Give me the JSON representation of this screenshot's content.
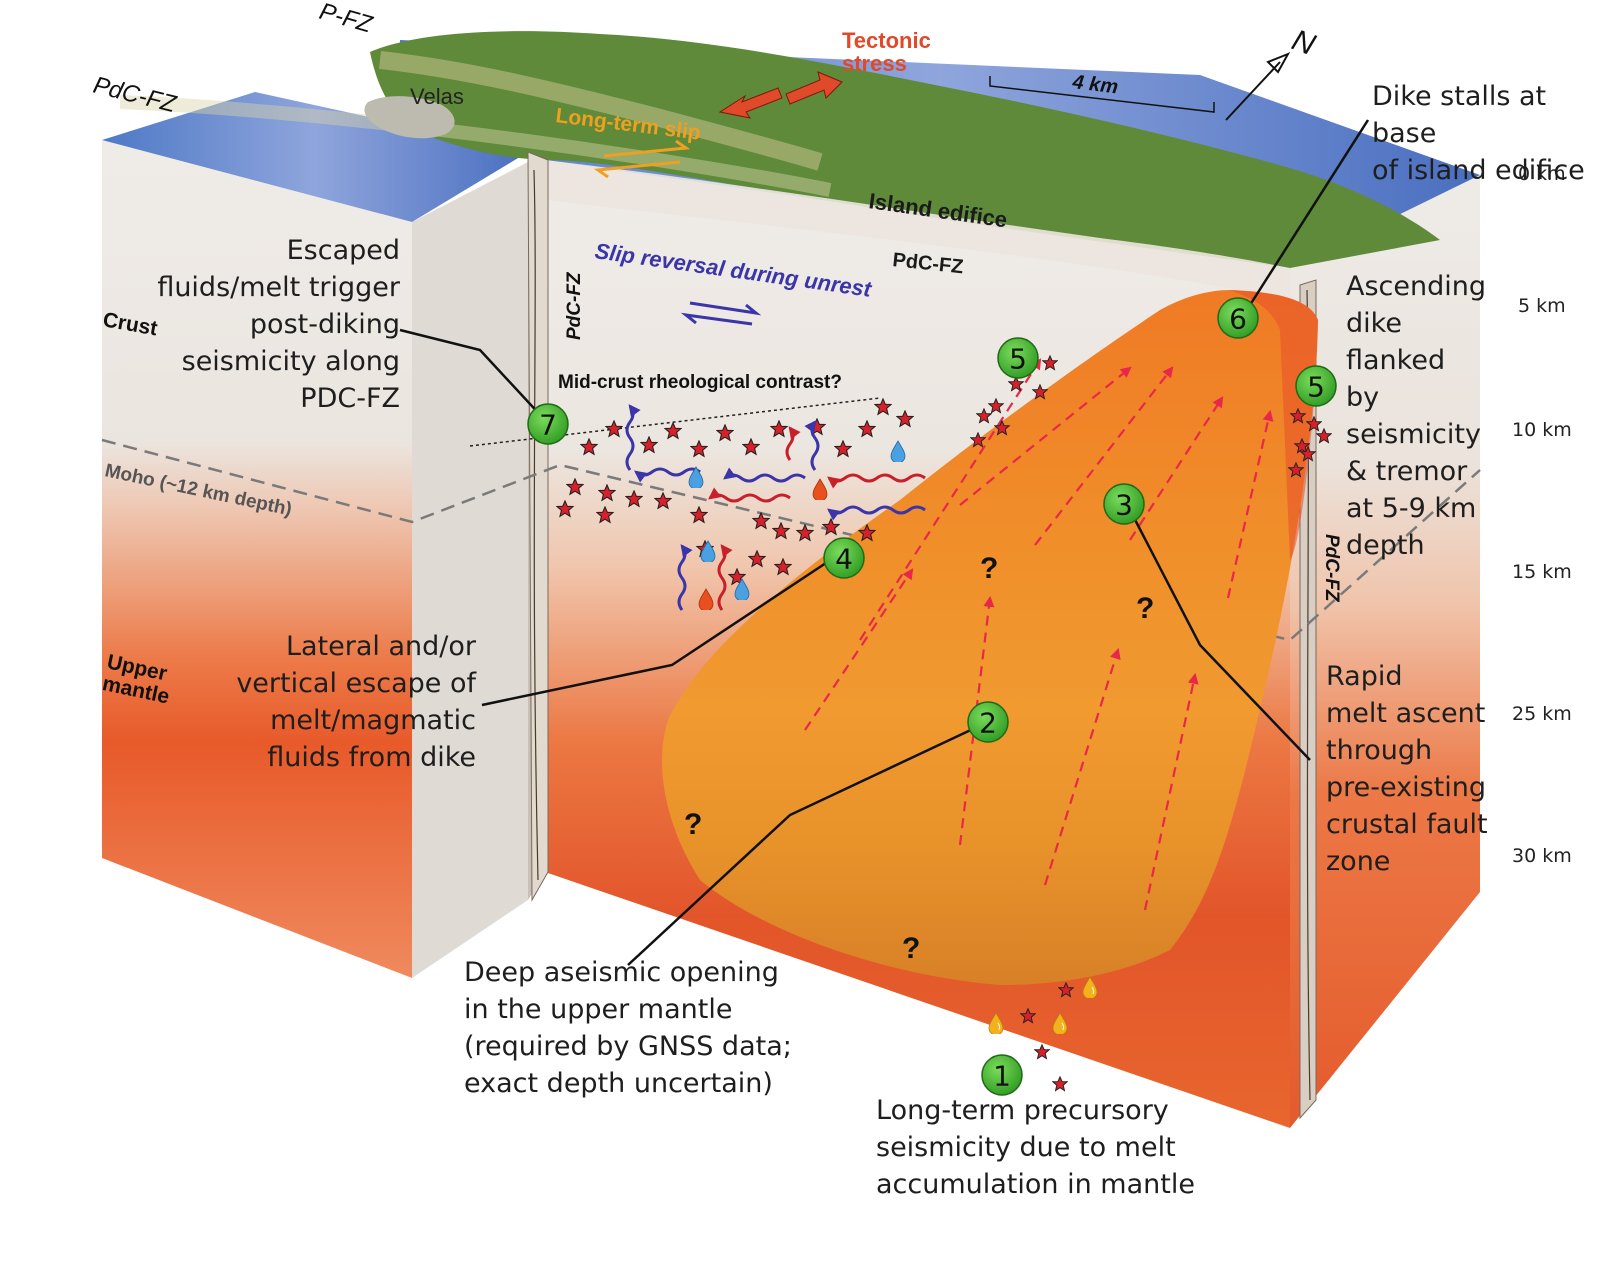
{
  "surface_labels": {
    "pfz": "P-FZ",
    "pdcfz_top": "PdC-FZ",
    "velas": "Velas",
    "tectonic_stress": "Tectonic\nstress",
    "long_term_slip": "Long-term slip",
    "scale": "4 km",
    "north": "N"
  },
  "block_labels": {
    "island_edifice": "Island edifice",
    "pdcfz_front": "PdC-FZ",
    "pdcfz_fault_left": "PdC-FZ",
    "pdcfz_fault_right": "PdC-FZ",
    "slip_reversal": "Slip reversal during unrest",
    "mid_crust": "Mid-crust rheological contrast?",
    "crust": "Crust",
    "moho": "Moho (~12 km depth)",
    "upper_mantle": "Upper\nmantle",
    "question": "?"
  },
  "depth_scale": [
    "0 km",
    "5 km",
    "10 km",
    "15 km",
    "25 km",
    "30 km"
  ],
  "markers": [
    "1",
    "2",
    "3",
    "4",
    "5",
    "5",
    "6",
    "7"
  ],
  "annotations": {
    "a1": "Long-term precursory\nseismicity due to melt\naccumulation in mantle",
    "a2": "Deep aseismic opening\nin the upper mantle\n(required by GNSS data;\nexact depth uncertain)",
    "a3": "Rapid\nmelt ascent\nthrough\npre-existing\ncrustal fault\nzone",
    "a4": "Lateral and/or\nvertical escape of\nmelt/magmatic\nfluids from dike",
    "a5": "Ascending\ndike\nflanked\nby seismicity\n& tremor\nat 5-9 km\ndepth",
    "a6": "Dike stalls at base\nof island edifice",
    "a7": "Escaped\nfluids/melt trigger\npost-diking\nseismicity along\nPDC-FZ"
  },
  "colors": {
    "ocean": "#4a6fc0",
    "land": "#5e8a3a",
    "crust": "#ece8e2",
    "mantle": "#e8552a",
    "dike": "#f08a2a",
    "marker": "#44b52c",
    "seismicity_star": "#d8202a",
    "escape_arrow_blue": "#3a35a8",
    "escape_arrow_red": "#c8202a",
    "tectonic_stress": "#e04a2a",
    "long_term_slip": "#f0a020",
    "slip_reversal": "#3a35a8"
  }
}
